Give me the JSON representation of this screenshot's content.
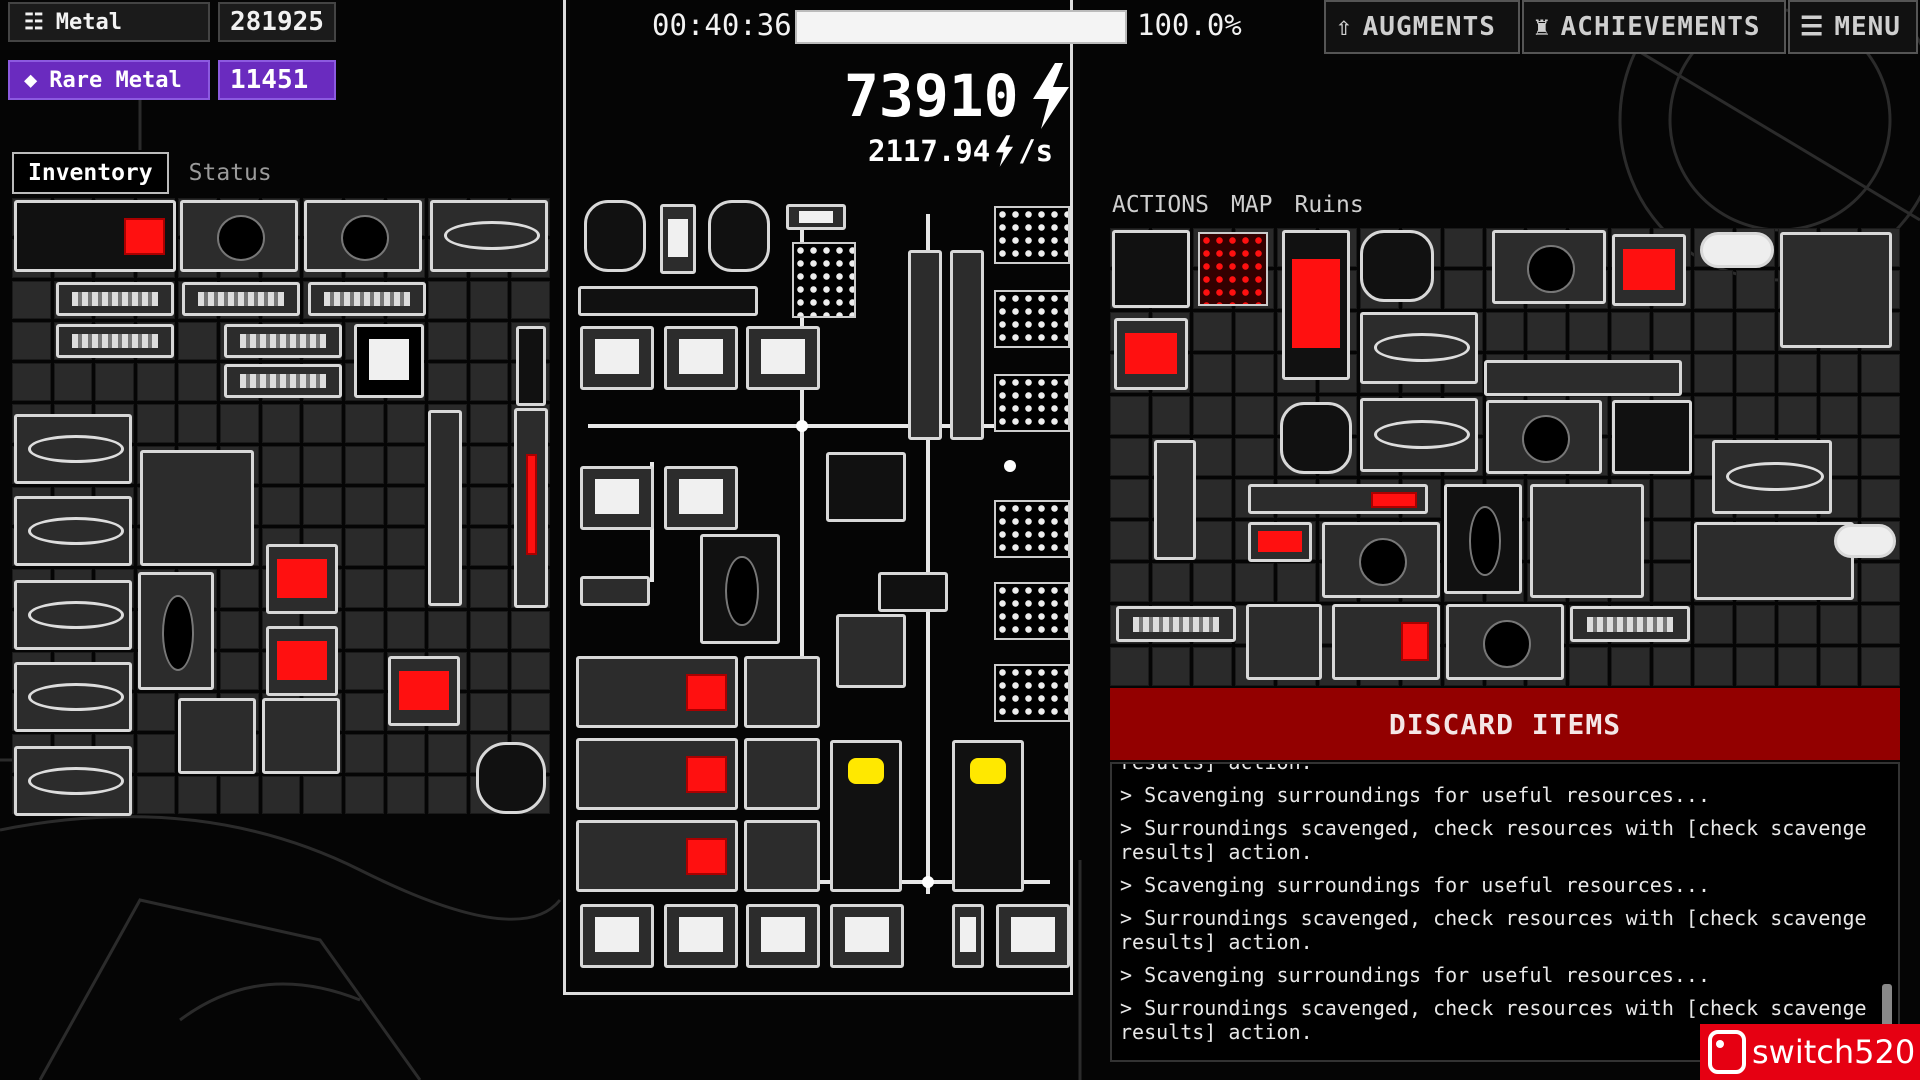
{
  "resources": {
    "metal": {
      "label": "Metal",
      "value": "281925"
    },
    "rare_metal": {
      "label": "Rare Metal",
      "value": "11451"
    }
  },
  "left_tabs": [
    {
      "label": "Inventory",
      "active": true
    },
    {
      "label": "Status",
      "active": false
    }
  ],
  "hud": {
    "timer": "00:40:36",
    "progress": {
      "value": 1.0,
      "label": "100.0%"
    },
    "energy": "73910",
    "rate": "2117.94",
    "rate_unit": "/s"
  },
  "top_buttons": [
    {
      "label": "AUGMENTS",
      "icon": "arrow-up-icon"
    },
    {
      "label": "ACHIEVEMENTS",
      "icon": "trophy-icon"
    },
    {
      "label": "MENU",
      "icon": "hamburger-icon"
    }
  ],
  "right_tabs": [
    {
      "label": "ACTIONS"
    },
    {
      "label": "MAP"
    },
    {
      "label": "Ruins"
    }
  ],
  "discard_label": "DISCARD ITEMS",
  "log": [
    "results] action.",
    "> Scavenging surroundings for useful resources...",
    "> Surroundings scavenged, check resources with [check scavenge results] action.",
    "> Scavenging surroundings for useful resources...",
    "> Surroundings scavenged, check resources with [check scavenge results] action.",
    "> Scavenging surroundings for useful resources...",
    "> Surroundings scavenged, check resources with [check scavenge results] action."
  ],
  "watermark": "switch520",
  "colors": {
    "accent_red": "#ff1010",
    "rare_purple": "#6a2bbf",
    "discard_red": "#930000",
    "yellow": "#ffe800"
  }
}
